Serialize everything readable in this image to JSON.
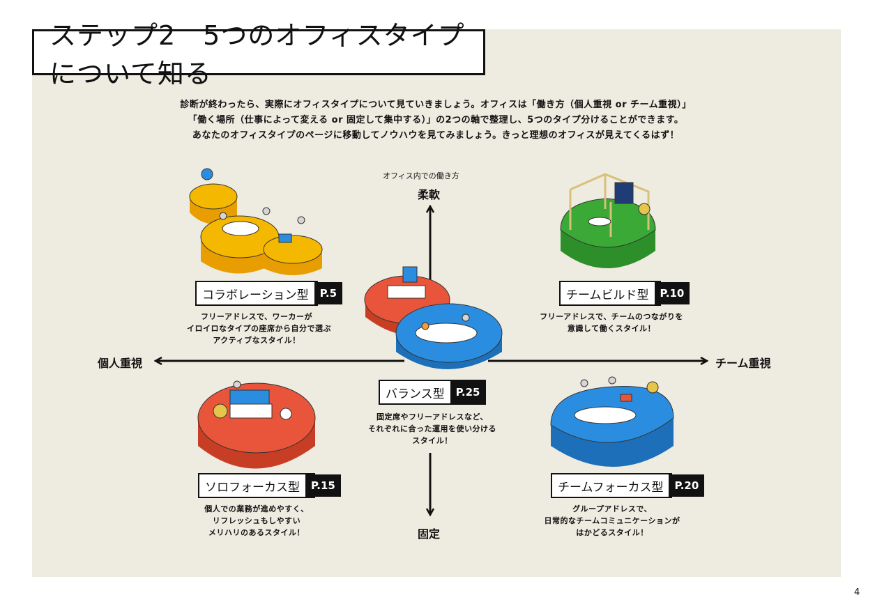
{
  "title": "ステップ2　5つのオフィスタイプについて知る",
  "intro": [
    "診断が終わったら、実際にオフィスタイプについて見ていきましょう。オフィスは「働き方（個人重視 or チーム重視）」",
    "「働く場所（仕事によって変える or 固定して集中する）」の2つの軸で整理し、5つのタイプ分けることができます。",
    "あなたのオフィスタイプのページに移動してノウハウを見てみましょう。きっと理想のオフィスが見えてくるはず！"
  ],
  "axis": {
    "top_caption": "オフィス内での働き方",
    "top": "柔軟",
    "bottom": "固定",
    "left": "個人重視",
    "right": "チーム重視"
  },
  "types": {
    "collaboration": {
      "name": "コラボレーション型",
      "page": "P.5",
      "desc": [
        "フリーアドレスで、ワーカーが",
        "イロイロなタイプの座席から自分で選ぶ",
        "アクティブなスタイル！"
      ]
    },
    "teambuild": {
      "name": "チームビルド型",
      "page": "P.10",
      "desc": [
        "フリーアドレスで、チームのつながりを",
        "意識して働くスタイル！"
      ]
    },
    "balance": {
      "name": "バランス型",
      "page": "P.25",
      "desc": [
        "固定席やフリーアドレスなど、",
        "それぞれに合った運用を使い分ける",
        "スタイル！"
      ]
    },
    "solofocus": {
      "name": "ソロフォーカス型",
      "page": "P.15",
      "desc": [
        "個人での業務が進めやすく、",
        "リフレッシュもしやすい",
        "メリハリのあるスタイル！"
      ]
    },
    "teamfocus": {
      "name": "チームフォーカス型",
      "page": "P.20",
      "desc": [
        "グループアドレスで、",
        "日常的なチームコミュニケーションが",
        "はかどるスタイル！"
      ]
    }
  },
  "page_number": "4",
  "colors": {
    "panel": "#eeebe1",
    "yellow": "#f5b800",
    "green": "#3aa935",
    "red": "#e8553a",
    "blue": "#2b8de0"
  }
}
